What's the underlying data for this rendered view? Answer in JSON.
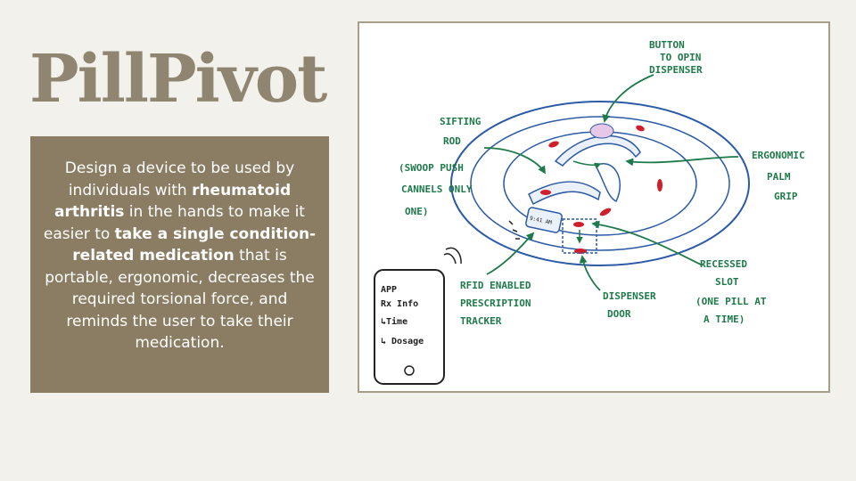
{
  "title": "PillPivot",
  "description": {
    "part1": "Design a device to be used by individuals with ",
    "bold1": "rheumatoid arthritis",
    "part2": " in the hands to make it easier to ",
    "bold2": "take a single condition-related medication",
    "part3": " that is portable, ergonomic, decreases the required torsional force, and reminds the user to take their medication."
  },
  "sketch": {
    "labels": {
      "button_1": "BUTTON",
      "button_2": "TO OPIN",
      "button_3": "DISPENSER",
      "sifting_1": "SIFTING",
      "sifting_2": "ROD",
      "swoop_1": "(SWOOP PUSH",
      "swoop_2": "CANNELS ONLY",
      "swoop_3": "ONE)",
      "ergo_1": "ERGONOMIC",
      "ergo_2": "PALM",
      "ergo_3": "GRIP",
      "recessed_1": "RECESSED",
      "recessed_2": "SLOT",
      "recessed_3": "(ONE PILL AT",
      "recessed_4": "A TIME)",
      "rfid_1": "RFID ENABLED",
      "rfid_2": "PRESCRIPTION",
      "rfid_3": "TRACKER",
      "door_1": "DISPENSER",
      "door_2": "DOOR",
      "screen_time": "9:41 AM"
    },
    "phone": {
      "line1": "APP",
      "line2": "Rx Info",
      "line3": "↳Time",
      "line4": "↳ Dosage"
    },
    "colors": {
      "outline": "#2b5aa6",
      "pill": "#cf1f2a",
      "arrow": "#1f7a4a",
      "button": "#e7c7e8"
    }
  }
}
